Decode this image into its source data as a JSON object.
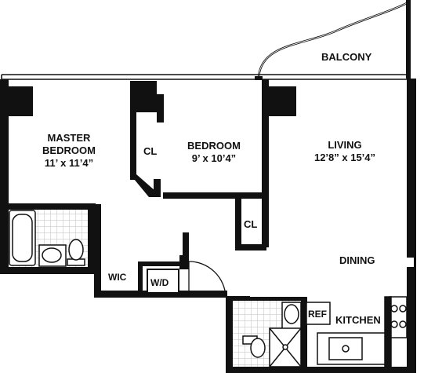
{
  "plan": {
    "wall_color": "#111111",
    "tile_color": "#bfbfbf"
  },
  "rooms": {
    "balcony": {
      "name": "BALCONY"
    },
    "master_bedroom": {
      "name_line1": "MASTER",
      "name_line2": "BEDROOM",
      "dimensions": "11’ x 11’4”"
    },
    "bedroom": {
      "name": "BEDROOM",
      "dimensions": "9’ x 10’4”"
    },
    "living": {
      "name": "LIVING",
      "dimensions": "12’8” x 15’4”"
    },
    "dining": {
      "name": "DINING"
    },
    "kitchen": {
      "name": "KITCHEN"
    },
    "closet_1": {
      "name": "CL"
    },
    "closet_2": {
      "name": "CL"
    },
    "walk_in_closet": {
      "name": "WIC"
    },
    "washer_dryer": {
      "name": "W/D"
    },
    "refrigerator": {
      "name": "REF"
    }
  }
}
